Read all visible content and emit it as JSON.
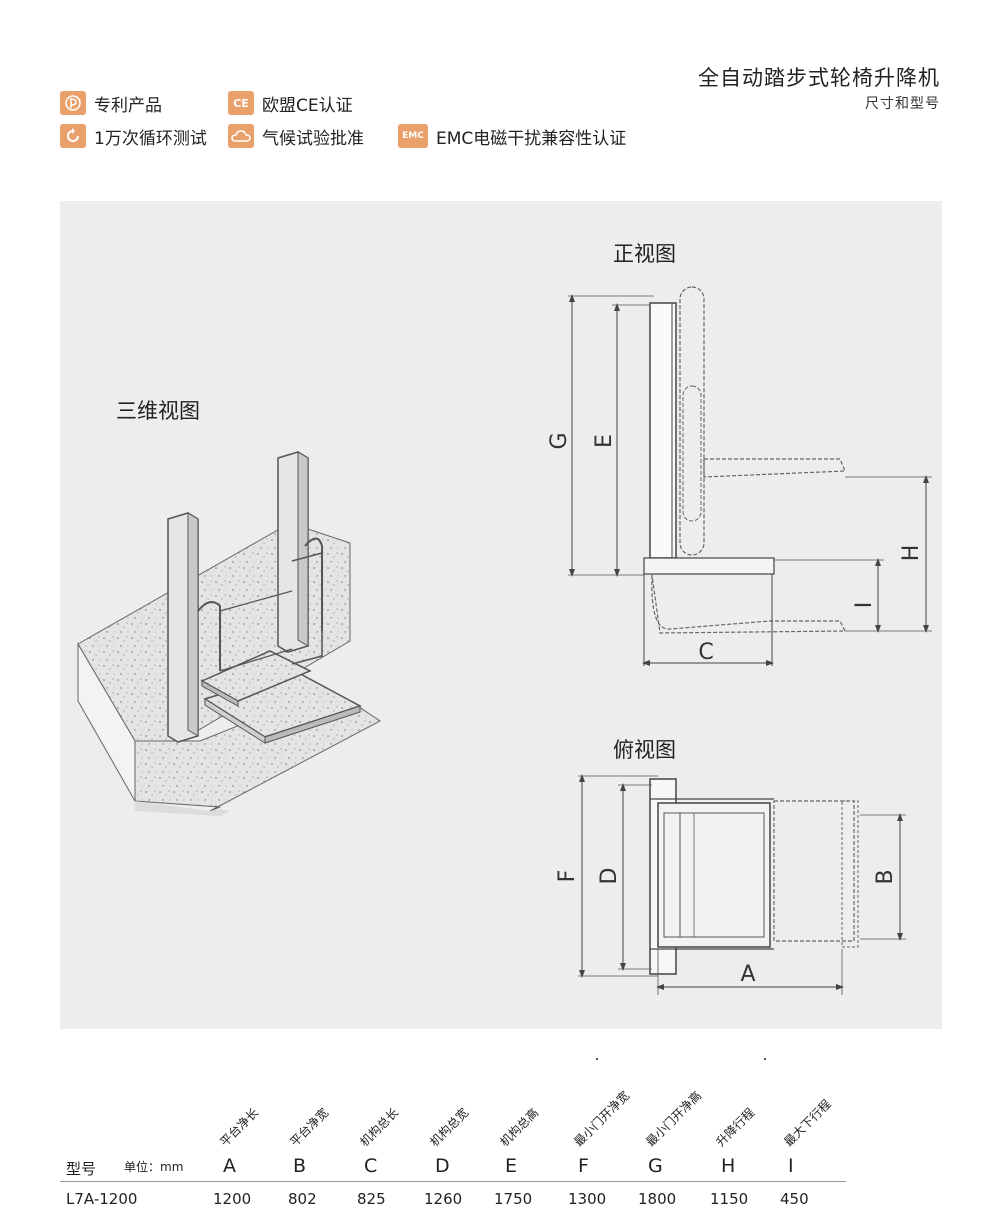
{
  "header": {
    "title": "全自动踏步式轮椅升降机",
    "subtitle": "尺寸和型号"
  },
  "badges": [
    {
      "icon": "patent-icon",
      "icon_text": "",
      "label": "专利产品"
    },
    {
      "icon": "ce-icon",
      "icon_text": "CE",
      "label": "欧盟CE认证"
    },
    {
      "icon": "cycle-icon",
      "icon_text": "",
      "label": "1万次循环测试"
    },
    {
      "icon": "cloud-icon",
      "icon_text": "",
      "label": "气候试验批准"
    },
    {
      "icon": "emc-icon",
      "icon_text": "EMC",
      "label": "EMC电磁干扰兼容性认证"
    }
  ],
  "views": {
    "three_d": "三维视图",
    "front": "正视图",
    "top": "俯视图"
  },
  "dimension_letters": {
    "front": [
      "G",
      "E",
      "H",
      "I",
      "C"
    ],
    "top": [
      "F",
      "D",
      "B",
      "A"
    ]
  },
  "table": {
    "model_header": "型号",
    "unit_header": "单位：mm",
    "columns": [
      {
        "desc": "平台净长",
        "letter": "A",
        "value": "1200"
      },
      {
        "desc": "平台净宽",
        "letter": "B",
        "value": "802"
      },
      {
        "desc": "机构总长",
        "letter": "C",
        "value": "825"
      },
      {
        "desc": "机构总宽",
        "letter": "D",
        "value": "1260"
      },
      {
        "desc": "机构总高",
        "letter": "E",
        "value": "1750"
      },
      {
        "desc": "最小门开净宽",
        "letter": "F",
        "value": "1300"
      },
      {
        "desc": "最小门开净高",
        "letter": "G",
        "value": "1800"
      },
      {
        "desc": "升降行程",
        "letter": "H",
        "value": "1150"
      },
      {
        "desc": "最大下行程",
        "letter": "I",
        "value": "450"
      }
    ],
    "model": "L7A-1200"
  },
  "colors": {
    "badge": "#e9a06b",
    "panel": "#ededed",
    "line": "#555555"
  }
}
